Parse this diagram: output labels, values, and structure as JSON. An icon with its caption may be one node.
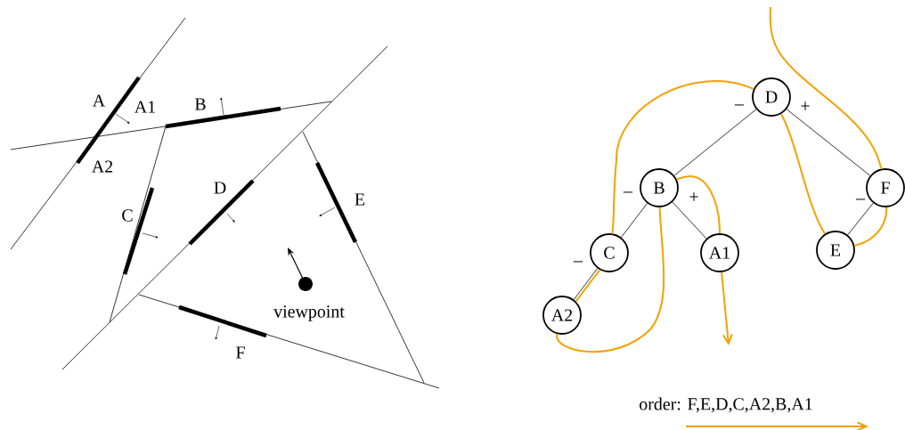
{
  "diagram": {
    "nodes": [
      {
        "text": [
          "D"
        ]
      },
      {
        "text": [
          "B"
        ]
      },
      {
        "text": [
          "F"
        ]
      },
      {
        "text": [
          "C"
        ]
      },
      {
        "text": [
          "A1"
        ]
      },
      {
        "text": [
          "E"
        ]
      },
      {
        "text": [
          "A2"
        ]
      }
    ],
    "edges": [
      {
        "from": 0,
        "to": 1,
        "arrow": "none",
        "label": "–",
        "color": "#000000"
      },
      {
        "from": 0,
        "to": 2,
        "arrow": "none",
        "label": "+",
        "color": "#000000"
      },
      {
        "from": 1,
        "to": 3,
        "arrow": "none",
        "label": "–",
        "color": "#000000"
      },
      {
        "from": 1,
        "to": 4,
        "arrow": "none",
        "label": "+",
        "color": "#000000"
      },
      {
        "from": 2,
        "to": 5,
        "arrow": "none",
        "label": "–",
        "color": "#000000"
      },
      {
        "from": 3,
        "to": 6,
        "arrow": "none",
        "label": "–",
        "color": "#000000"
      },
      {
        "from": null,
        "to": 2,
        "arrow": "none"
      },
      {
        "from": 2,
        "to": 5,
        "arrow": "none"
      },
      {
        "from": 5,
        "to": 0,
        "arrow": "none"
      },
      {
        "from": 0,
        "to": 3,
        "arrow": "none"
      },
      {
        "from": 3,
        "to": 6,
        "arrow": "none"
      },
      {
        "from": 6,
        "to": 1,
        "arrow": "none"
      },
      {
        "from": 1,
        "to": 4,
        "arrow": "none"
      },
      {
        "from": 4,
        "to": null,
        "arrow": "to"
      }
    ],
    "labels": [
      "A",
      "A1",
      "B",
      "A2",
      "C",
      "D",
      "E",
      "F",
      "viewpoint",
      "order: F,E,D,C,A2,B,A1"
    ]
  }
}
